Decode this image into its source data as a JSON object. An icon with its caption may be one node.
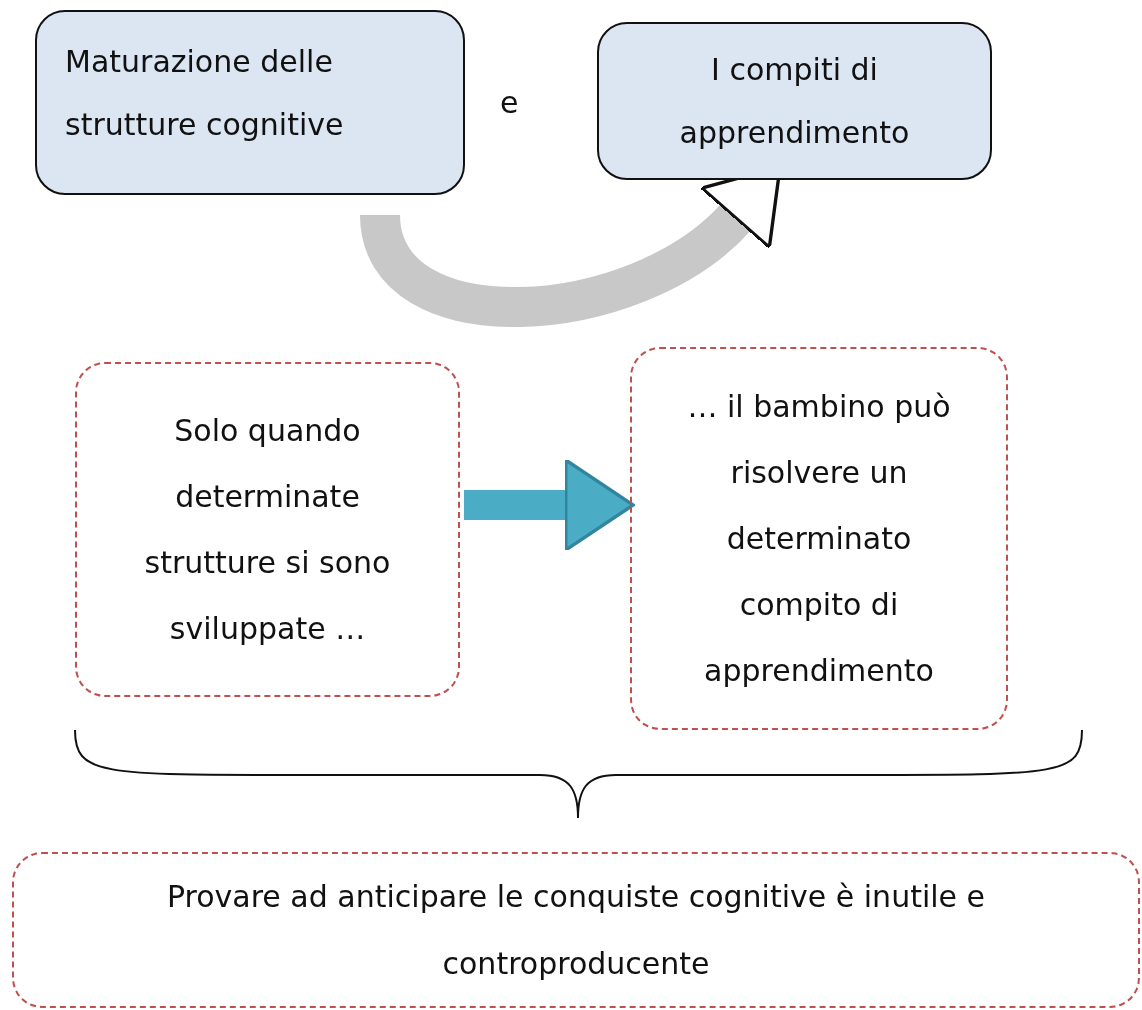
{
  "diagram": {
    "nodes": [
      {
        "text": [
          "Maturazione delle strutture cognitive"
        ]
      },
      {
        "text": [
          "I compiti di apprendimento"
        ]
      },
      {
        "text": [
          "Solo quando determinate strutture si sono sviluppate …"
        ]
      },
      {
        "text": [
          "… il bambino può risolvere un determinato compito di apprendimento"
        ]
      },
      {
        "text": [
          "Provare ad anticipare le conquiste cognitive è inutile e controproducente"
        ]
      }
    ],
    "edges": [
      {
        "from": 0,
        "to": 1,
        "arrow": "to"
      },
      {
        "from": 2,
        "to": 3,
        "arrow": "to",
        "color": "#4bacc6"
      }
    ],
    "labels": [
      "e"
    ]
  }
}
